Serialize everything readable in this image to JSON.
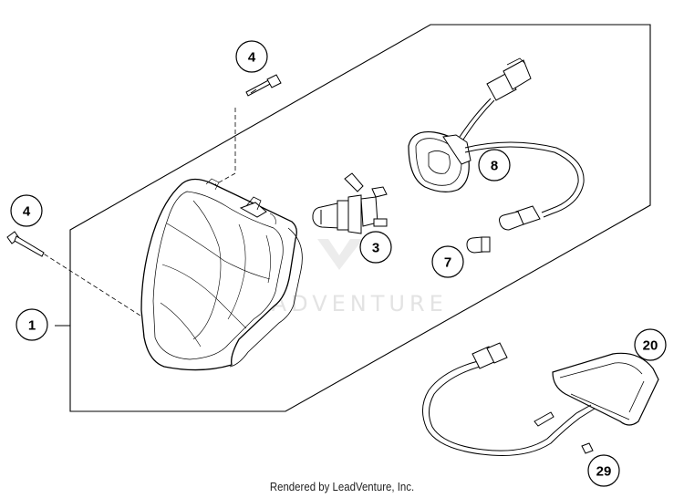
{
  "callouts": {
    "headlight": "1",
    "bulb": "3",
    "screw_top": "4",
    "screw_left": "4",
    "parking_bulb": "7",
    "bulb_socket": "8",
    "license_light": "20",
    "fastener": "29"
  },
  "watermark": "LEADVENTURE",
  "footer": "Rendered by LeadVenture, Inc."
}
